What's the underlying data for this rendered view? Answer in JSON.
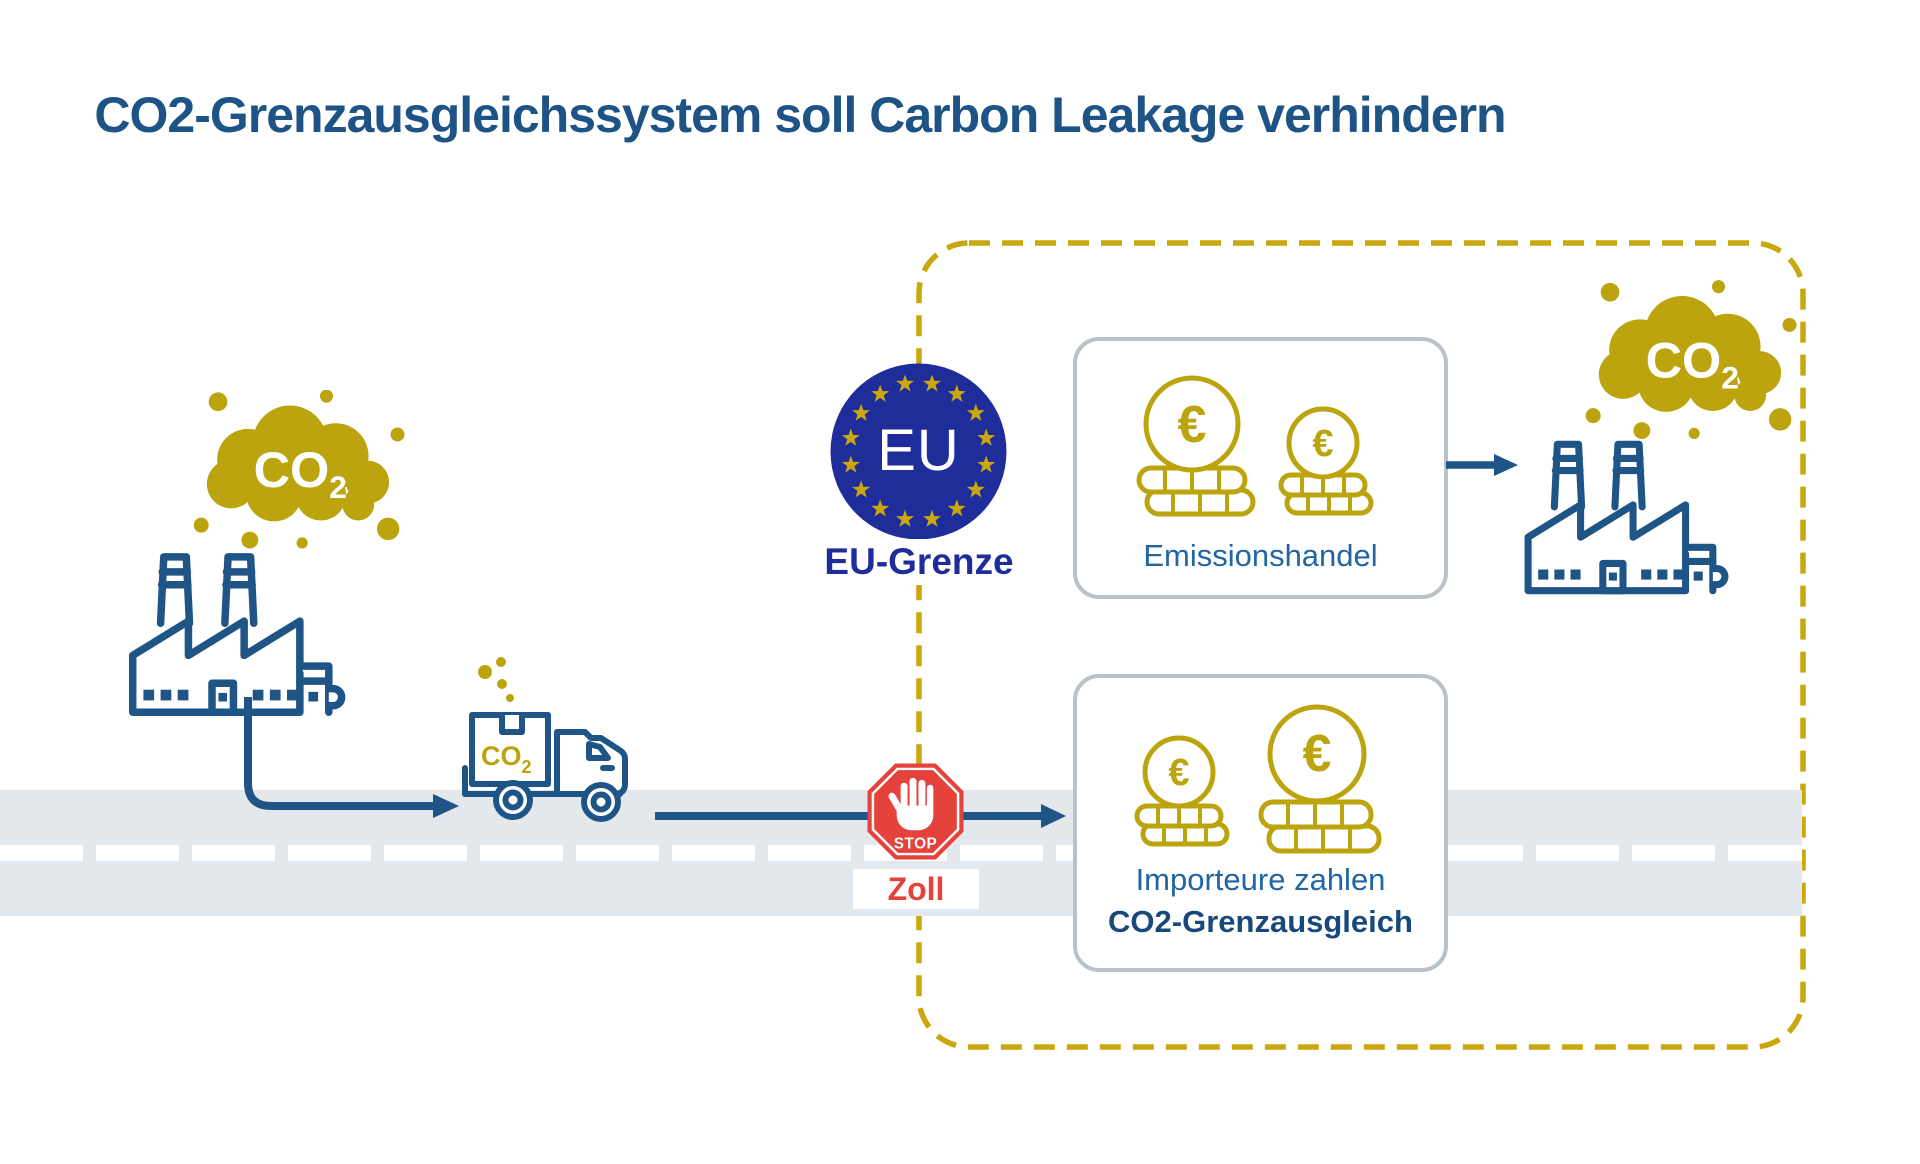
{
  "title": "CO2-Grenzausgleichssystem soll Carbon Leakage verhindern",
  "co2": {
    "main": "CO",
    "sub": "2"
  },
  "eu": {
    "badge": "EU",
    "border_label": "EU-Grenze"
  },
  "customs": {
    "stop": "STOP",
    "label": "Zoll"
  },
  "cards": {
    "emissions": {
      "label": "Emissionshandel"
    },
    "importers": {
      "line1": "Importeure zahlen",
      "line2": "CO2-Grenzausgleich"
    }
  },
  "labels": {
    "euro": "€"
  },
  "colors": {
    "icon_blue": "#1E5586",
    "title_blue": "#1E5385",
    "eu_blue": "#1F2D9B",
    "gold": "#BCA40F",
    "dash_gold": "#C9A70D",
    "stop_red": "#E5423B",
    "road_gray": "#E2E8EC",
    "card_border_gray": "#B9C2C9",
    "card_text_blue": "#2166A2",
    "card_text_bold_blue": "#19497C"
  }
}
